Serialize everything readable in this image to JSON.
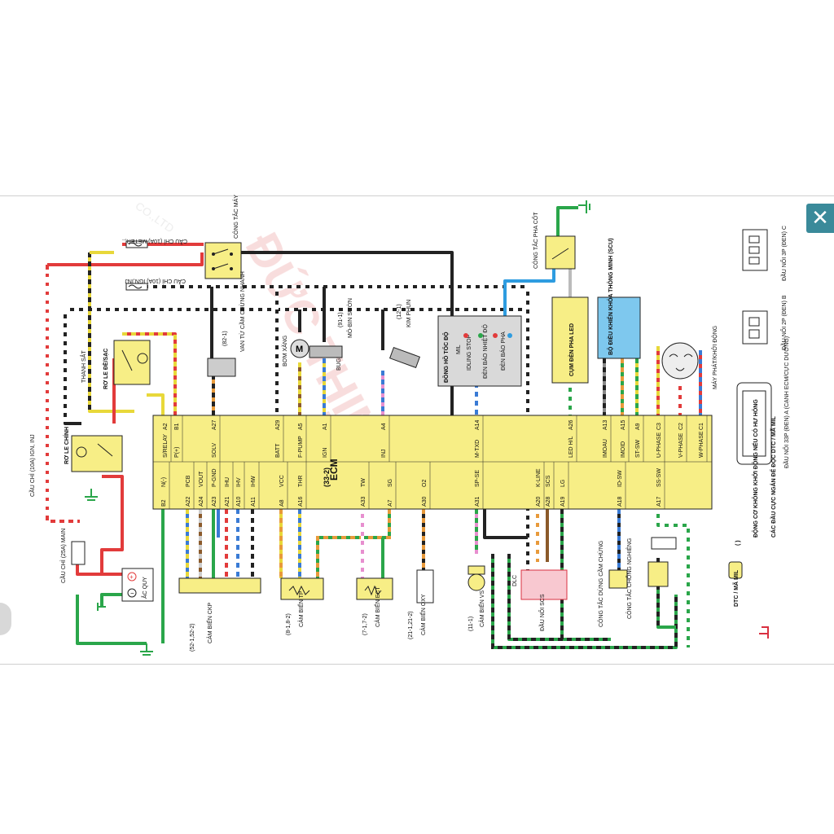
{
  "close_label": "✕",
  "watermark": "ĐỨC THỊNH",
  "watermark_small": "CO.,LTD",
  "ecm": {
    "title": "ECM",
    "code": "(33-2)",
    "top_pins": [
      {
        "id": "A2",
        "name": "S/RELAY"
      },
      {
        "id": "B1",
        "name": "P(+)"
      },
      {
        "id": "A27",
        "name": "SOLV"
      },
      {
        "id": "A29",
        "name": "BATT"
      },
      {
        "id": "A5",
        "name": "F-PUMP"
      },
      {
        "id": "A1",
        "name": "IGN"
      },
      {
        "id": "A4",
        "name": "INJ"
      },
      {
        "id": "A14",
        "name": "M-TXD"
      },
      {
        "id": "A26",
        "name": "LED H/L"
      },
      {
        "id": "A13",
        "name": "IMOAU"
      },
      {
        "id": "A15",
        "name": "IMOID"
      },
      {
        "id": "A9",
        "name": "ST-SW"
      },
      {
        "id": "C3",
        "name": "U-PHASE"
      },
      {
        "id": "C2",
        "name": "V-PHASE"
      },
      {
        "id": "C1",
        "name": "W-PHASE"
      }
    ],
    "bottom_pins": [
      {
        "id": "B2",
        "name": "N(-)"
      },
      {
        "id": "A22",
        "name": "PCB"
      },
      {
        "id": "A24",
        "name": "VOUT"
      },
      {
        "id": "A23",
        "name": "P-GND"
      },
      {
        "id": "A21",
        "name": "IHU"
      },
      {
        "id": "A10",
        "name": "IHV"
      },
      {
        "id": "A11",
        "name": "IHW"
      },
      {
        "id": "A8",
        "name": "VCC"
      },
      {
        "id": "A16",
        "name": "THR"
      },
      {
        "id": "A33",
        "name": "TW"
      },
      {
        "id": "A7",
        "name": "SG"
      },
      {
        "id": "A30",
        "name": "O2"
      },
      {
        "id": "A31",
        "name": "SP-SE"
      },
      {
        "id": "A20",
        "name": "K-LINE"
      },
      {
        "id": "A28",
        "name": "SCS"
      },
      {
        "id": "A19",
        "name": "LG"
      },
      {
        "id": "A18",
        "name": "ID-SW"
      },
      {
        "id": "A17",
        "name": "SS-SW"
      }
    ]
  },
  "labels": {
    "fuse_meter": "CẦU CHÌ (10A) METER,..",
    "fuse_ign_inj": "CẦU CHÌ (10A) IGN,INJ",
    "fuse_ign_inj_left": "CẦU CHÌ (10A) IGN, INJ",
    "fuse_main": "CẦU CHÌ (25A) MAIN",
    "cong_tac_may": "CÔNG TẮC MÁY",
    "ro_le_chinh": "RƠ LE CHÍNH",
    "ro_le_de_sac": "RƠ LE ĐỀ/SẠC",
    "thanh_sat": "THANH SẮT",
    "ac_quy": "ẮC QUY",
    "van_tu": "VAN TỪ CẦM CHỪNG NHANH",
    "van_tu_code": "(82-1)",
    "bom_xang": "BƠM XĂNG",
    "mobin": "MÔ-BIN SƯỜN",
    "mobin_code": "(91-1)",
    "bugi": "BUGI",
    "kim_phun": "KIM PHUN",
    "kim_phun_code": "(12-1)",
    "dong_ho": "ĐỒNG HỒ TỐC ĐỘ",
    "mil": "MIL",
    "idling_stop": "IDLING STOP",
    "den_bao_nhiet_do": "ĐÈN BÁO NHIỆT ĐỘ",
    "den_bao_pha": "ĐÈN BÁO PHA",
    "cong_tac_pha_cot": "CÔNG TẮC PHA CỐT",
    "cum_den_pha_led": "CỤM ĐÈN PHA LED",
    "scu": "BỘ ĐIỀU KHIỂN KHÓA THÔNG MINH (SCU)",
    "may_phat": "MÁY PHÁT/KHỞI ĐỘNG",
    "dau_noi_3p": "ĐẦU NỐI 3P (ĐEN) C",
    "dau_noi_2p": "ĐẦU NỐI 2P (ĐEN) B",
    "dau_noi_33p": "ĐẦU NỐI 33P (ĐEN) A (CẠNH ECM/CỰC DƯƠNG)",
    "cam_bien_ckp": "CẢM BIẾN CKP",
    "ckp_code": "(52-1,52-2)",
    "cam_bien_tp": "CẢM BIẾN TP",
    "tp_code": "(8-1,8-2)",
    "cam_bien_ect": "CẢM BIẾN ECT",
    "ect_code": "(7-1,7-2)",
    "cam_bien_oxy": "CẢM BIẾN OXY",
    "oxy_code": "(21-1,21-2)",
    "cam_bien_vs": "CẢM BIẾN VS",
    "vs_code": "(11-1)",
    "dau_noi_scs": "ĐẦU NỐI SCS",
    "dlc": "DLC",
    "ct_dung_cam_chung": "CÔNG TẮC DỪNG CẦM CHỪNG",
    "ct_chong_nghieng": "CÔNG TẮC CHỐNG NGHIÊNG",
    "legend_dtc": "DTC / MÃ MIL",
    "legend_ckp": "ĐỘNG CƠ KHÔNG KHỞI ĐỘNG NẾU CÓ HƯ HỎNG",
    "legend_short": "CÁC ĐẦU CỰC NGẮN ĐỂ ĐỌC DTC / MÃ MIL",
    "legend_paren": "( )"
  },
  "wire_colors": [
    "R/Br",
    "Bl",
    "R/W",
    "Bl/W",
    "G",
    "R",
    "Y",
    "R/Y",
    "O/Bl",
    "B/W",
    "Br/Y",
    "Y/Bu",
    "P/Bu",
    "W/Bu",
    "Bl/W",
    "W/G",
    "Gr/Bl",
    "G/O",
    "Y/G",
    "R/Y",
    "R/W",
    "R/Bu",
    "Bu/Y",
    "Br/Bl",
    "Bu/G",
    "W/R",
    "W/Bu",
    "W/Bl",
    "Y/O",
    "G/O",
    "P/W",
    "Bl/O",
    "P/G",
    "G/Bl",
    "O/W",
    "Br",
    "G/W",
    "Bl/Br",
    "G/Bl",
    "Bl/W",
    "G/O",
    "Bl/Bl",
    "G/Bl"
  ],
  "colors": {
    "ecm_yellow": "#f7ee86",
    "gauge_gray": "#d9d9d9",
    "led_yellow": "#f7ee86",
    "scu_blue": "#7ec8ee",
    "close_teal": "#3a8a9a"
  }
}
